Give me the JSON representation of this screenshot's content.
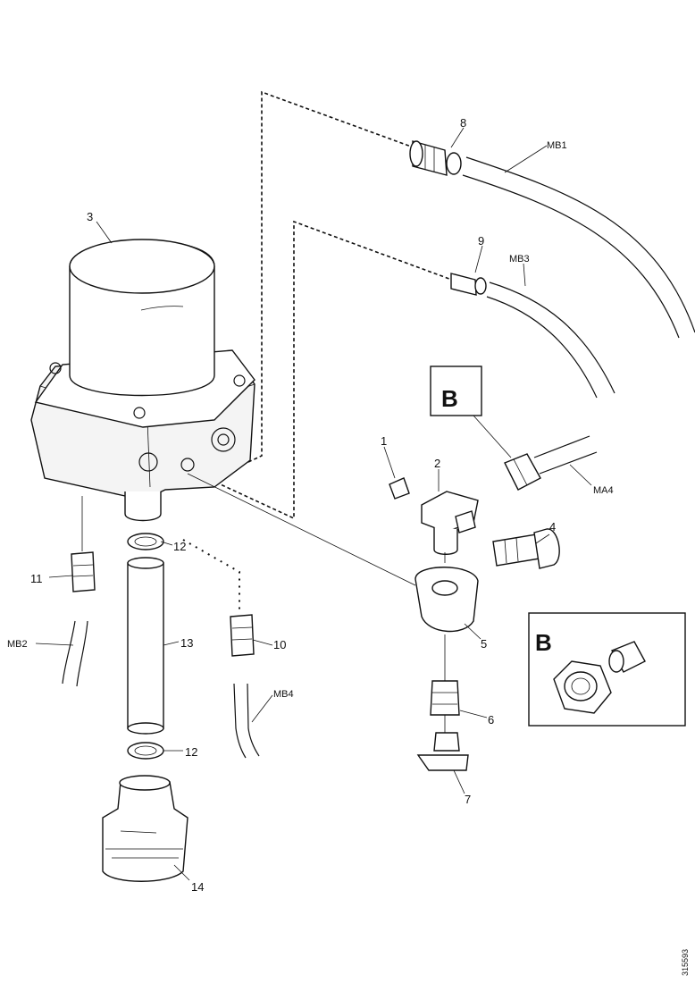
{
  "callouts": {
    "c1": "1",
    "c2": "2",
    "c3": "3",
    "c4": "4",
    "c5": "5",
    "c6": "6",
    "c7": "7",
    "c8": "8",
    "c9": "9",
    "c10": "10",
    "c11": "11",
    "c12a": "12",
    "c12b": "12",
    "c13": "13",
    "c14": "14"
  },
  "hoses": {
    "mb1": "MB1",
    "mb2": "MB2",
    "mb3": "MB3",
    "mb4": "MB4",
    "ma4": "MA4"
  },
  "detail": {
    "label_main": "B",
    "label_inset": "B"
  },
  "drawing_number": "315593"
}
